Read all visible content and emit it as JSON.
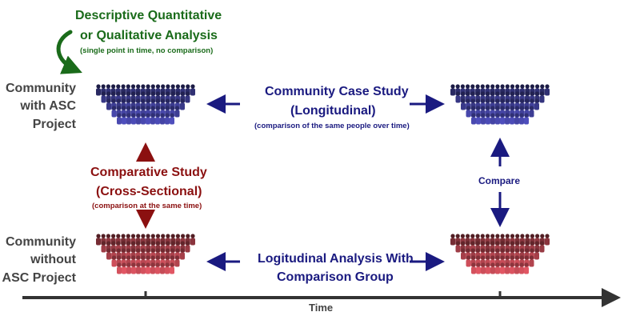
{
  "descriptive": {
    "title_line1": "Descriptive Quantitative",
    "title_line2": "or Qualitative Analysis",
    "note": "(single point in time, no comparison)"
  },
  "rows": {
    "with_project": [
      "Community",
      "with ASC",
      "Project"
    ],
    "without_project": [
      "Community",
      "without",
      "ASC Project"
    ]
  },
  "case_study": {
    "title_line1": "Community Case Study",
    "title_line2": "(Longitudinal)",
    "note": "(comparison of the same people over time)"
  },
  "comparative": {
    "title_line1": "Comparative Study",
    "title_line2": "(Cross-Sectional)",
    "note": "(comparison at the same time)"
  },
  "compare_label": "Compare",
  "longitudinal_group": {
    "title_line1": "Logitudinal Analysis With",
    "title_line2": "Comparison Group"
  },
  "axis_label": "Time",
  "colors": {
    "green": "#1a6b1a",
    "navy": "#1a1a80",
    "red": "#8b1010",
    "crowd_blue": "#3a3a8c",
    "crowd_red": "#a8404a",
    "axis": "#333333"
  },
  "icons": {
    "crowd": "crowd-icon",
    "curved_arrow": "curved-arrow-icon"
  }
}
